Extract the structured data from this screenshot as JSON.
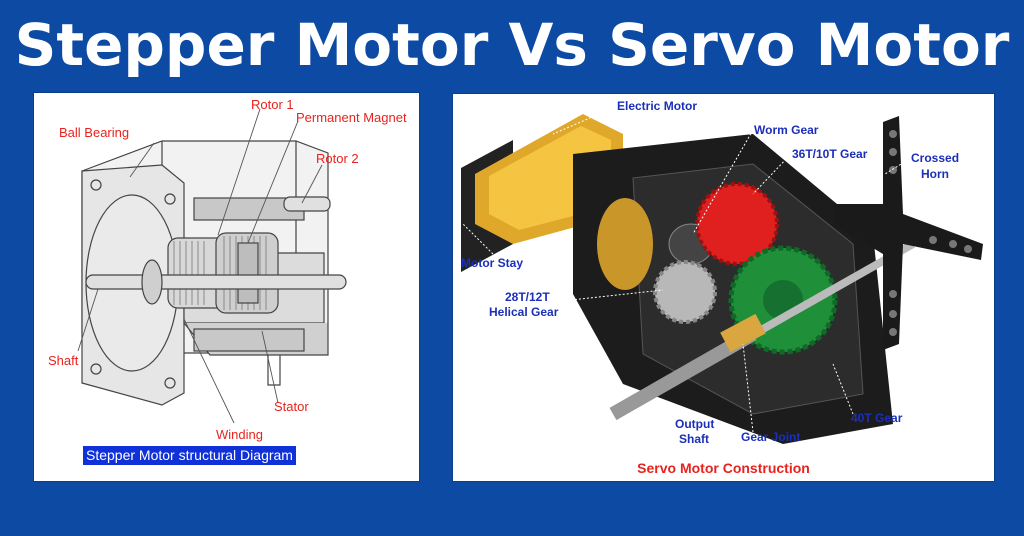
{
  "title": "Stepper Motor Vs Servo Motor",
  "stepper": {
    "caption": "Stepper Motor structural Diagram",
    "labels": {
      "rotor1": "Rotor 1",
      "permanent_magnet": "Permanent Magnet",
      "ball_bearing": "Ball Bearing",
      "rotor2": "Rotor 2",
      "shaft": "Shaft",
      "stator": "Stator",
      "winding": "Winding"
    }
  },
  "servo": {
    "caption": "Servo Motor Construction",
    "labels": {
      "electric_motor": "Electric Motor",
      "worm_gear": "Worm Gear",
      "gear_36t": "36T/10T Gear",
      "crossed": "Crossed",
      "horn": "Horn",
      "motor_stay": "Motor Stay",
      "gear_28t_line1": "28T/12T",
      "gear_28t_line2": "Helical Gear",
      "gear_40t": "40T Gear",
      "output_line1": "Output",
      "output_line2": "Shaft",
      "gear_joint": "Gear Joint"
    }
  },
  "colors": {
    "background": "#0d4aa3",
    "label_red": "#e8231e",
    "label_blue": "#1b2fb8",
    "caption_bg": "#1030d8"
  }
}
